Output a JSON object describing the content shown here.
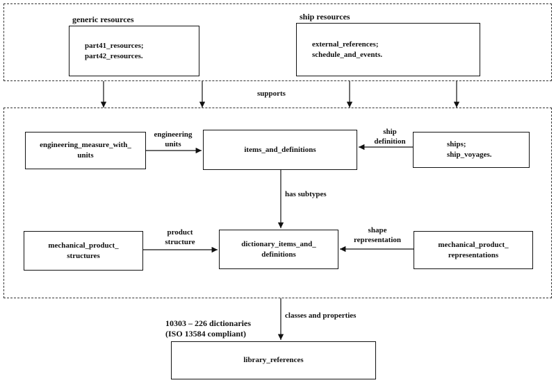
{
  "resource_groups": {
    "generic_heading": "generic resources",
    "generic_items": [
      "part41_resources;",
      "part42_resources."
    ],
    "ship_heading": "ship resources",
    "ship_items": [
      "external_references;",
      "schedule_and_events."
    ]
  },
  "connector_labels": {
    "supports": "supports",
    "engineering_units": [
      "engineering",
      "units"
    ],
    "ship_definition": [
      "ship",
      "definition"
    ],
    "has_subtypes": "has subtypes",
    "product_structure": [
      "product",
      "structure"
    ],
    "shape_representation": [
      "shape",
      "representation"
    ],
    "classes_and_properties": "classes and properties"
  },
  "modules": {
    "engineering_measure": [
      "engineering_measure_with_",
      "units"
    ],
    "items_and_definitions": "items_and_definitions",
    "ships": [
      "ships;",
      "ship_voyages."
    ],
    "mechanical_product_structures": [
      "mechanical_product_",
      "structures"
    ],
    "dictionary_items": [
      "dictionary_items_and_",
      "definitions"
    ],
    "mechanical_product_representations": [
      "mechanical_product_",
      "representations"
    ],
    "library_references": "library_references"
  },
  "dictionaries_note": [
    "10303 – 226 dictionaries",
    "(ISO 13584 compliant)"
  ]
}
